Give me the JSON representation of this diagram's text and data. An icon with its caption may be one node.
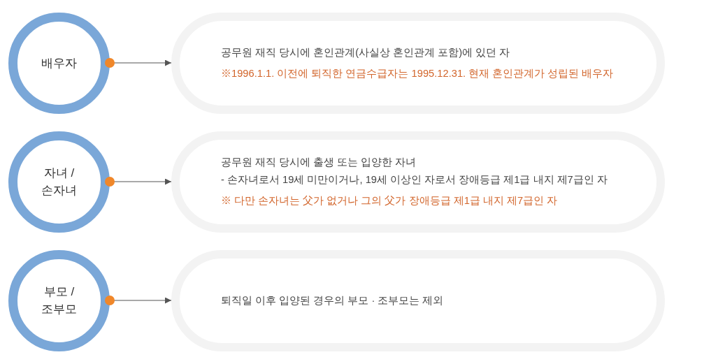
{
  "diagram": {
    "nodes": [
      {
        "text": [
          "배우자"
        ]
      },
      {
        "text": [
          "공무원 재직 당시에 혼인관계(사실상 혼인관계 포함)에 있던 자",
          "※1996.1.1. 이전에 퇴직한 연금수급자는 1995.12.31. 현재 혼인관계가 성립된 배우자"
        ]
      },
      {
        "text": [
          "자녀 / 손자녀"
        ]
      },
      {
        "text": [
          "공무원 재직 당시에 출생 또는 입양한 자녀",
          "- 손자녀로서 19세 미만이거나, 19세 이상인 자로서 장애등급 제1급 내지 제7급인 자",
          "※ 다만 손자녀는 父가 없거나 그의 父가 장애등급 제1급 내지 제7급인 자"
        ]
      },
      {
        "text": [
          "부모 / 조부모"
        ]
      },
      {
        "text": [
          "퇴직일 이후 입양된 경우의 부모 · 조부모는 제외"
        ]
      }
    ],
    "edges": [
      {
        "from": 0,
        "to": 1,
        "arrow": "to"
      },
      {
        "from": 2,
        "to": 3,
        "arrow": "to"
      },
      {
        "from": 4,
        "to": 5,
        "arrow": "to"
      }
    ]
  }
}
